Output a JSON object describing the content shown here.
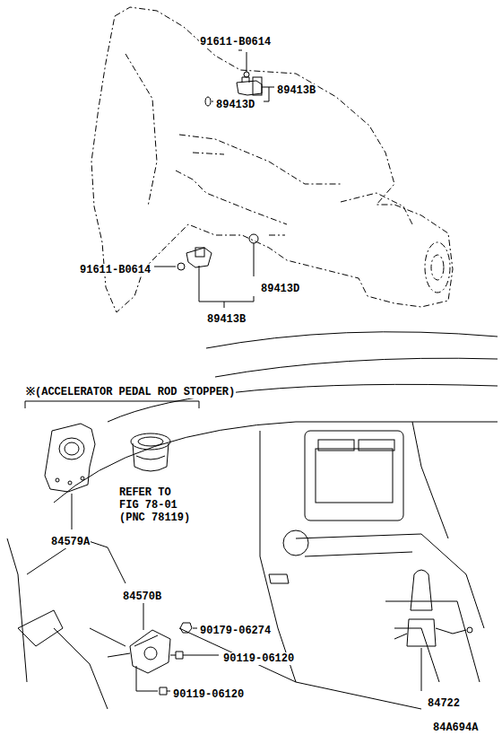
{
  "diagram": {
    "labels": [
      "91611-B0614",
      "89413D",
      "89413B",
      "91611-B0614",
      "89413D",
      "89413B",
      "※(ACCELERATOR PEDAL ROD STOPPER)",
      "84579A",
      "REFER TO FIG 78-01 (PNC 78119)",
      "84570B",
      "90179-06274",
      "90119-06120",
      "90119-06120",
      "84722",
      "84A694A"
    ]
  }
}
